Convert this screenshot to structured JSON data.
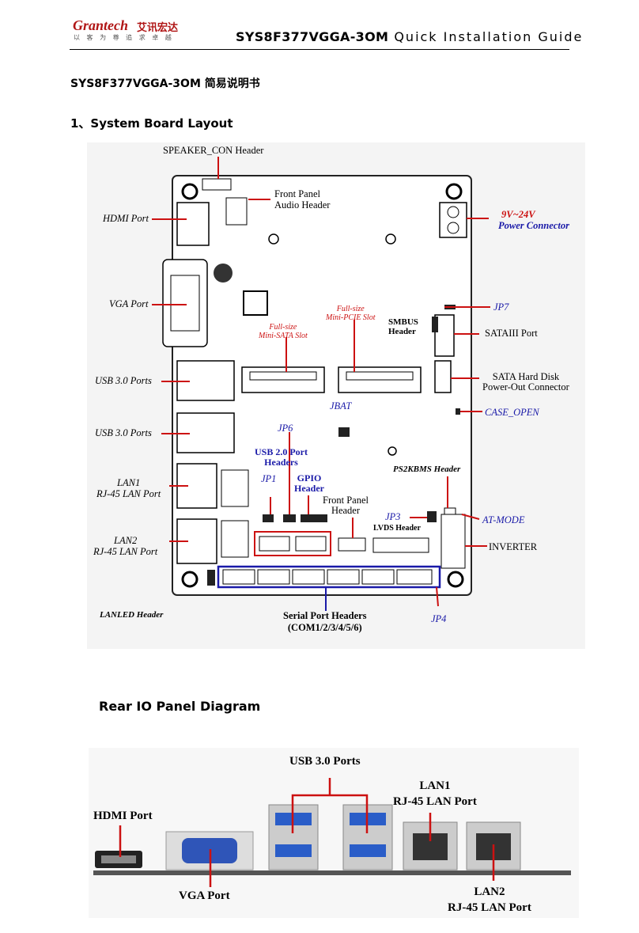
{
  "header": {
    "logo": "Grantech",
    "logo_cn": "艾讯宏达",
    "slogan": "以 客 为 尊   追 求 卓 越",
    "title_model": "SYS8F377VGGA-3OM",
    "title_rest": "Quick Installation Guide"
  },
  "doc_title": "SYS8F377VGGA-3OM 简易说明书",
  "section1": "1、System Board Layout",
  "board": {
    "labels": {
      "speaker": "SPEAKER_CON Header",
      "front_audio_1": "Front Panel",
      "front_audio_2": "Audio Header",
      "hdmi": "HDMI Port",
      "power_1": "9V~24V",
      "power_2": "Power Connector",
      "vga": "VGA Port",
      "jp7": "JP7",
      "mpcie_1": "Full-size",
      "mpcie_2": "Mini-PCIE Slot",
      "msata_1": "Full-size",
      "msata_2": "Mini-SATA Slot",
      "smbus_1": "SMBUS",
      "smbus_2": "Header",
      "sata3": "SATAIII Port",
      "usb3_a": "USB 3.0 Ports",
      "sata_pwr_1": "SATA Hard Disk",
      "sata_pwr_2": "Power-Out Connector",
      "jbat": "JBAT",
      "case_open": "CASE_OPEN",
      "usb3_b": "USB 3.0 Ports",
      "jp6": "JP6",
      "usb2_1": "USB 2.0 Port",
      "usb2_2": "Headers",
      "ps2": "PS2KBMS Header",
      "lan1_1": "LAN1",
      "lan1_2": "RJ-45 LAN Port",
      "jp1": "JP1",
      "gpio_1": "GPIO",
      "gpio_2": "Header",
      "front_panel_1": "Front Panel",
      "front_panel_2": "Header",
      "jp3": "JP3",
      "at_mode": "AT-MODE",
      "lvds": "LVDS Header",
      "lan2_1": "LAN2",
      "lan2_2": "RJ-45 LAN Port",
      "inverter": "INVERTER",
      "lanled": "LANLED Header",
      "serial_1": "Serial Port Headers",
      "serial_2": "(COM1/2/3/4/5/6)",
      "jp4": "JP4"
    }
  },
  "section2": "Rear IO Panel Diagram",
  "rear": {
    "usb3": "USB 3.0 Ports",
    "lan1_1": "LAN1",
    "lan1_2": "RJ-45 LAN Port",
    "hdmi": "HDMI Port",
    "vga": "VGA Port",
    "lan2_1": "LAN2",
    "lan2_2": "RJ-45 LAN Port"
  },
  "colors": {
    "red": "#cc1111",
    "blue": "#1a1aa8",
    "brand": "#b01515"
  }
}
